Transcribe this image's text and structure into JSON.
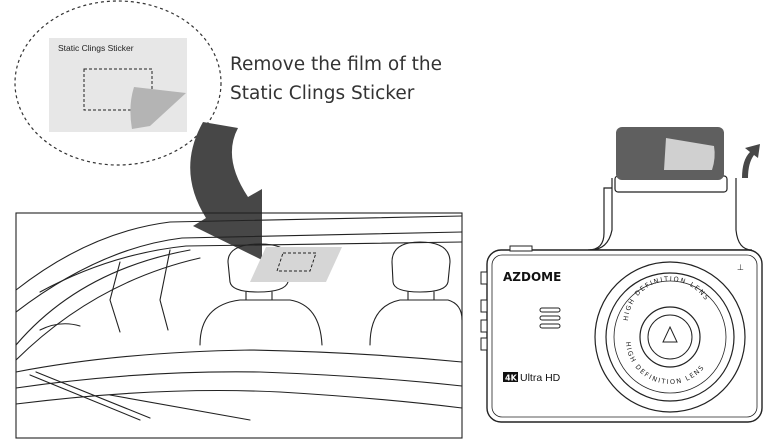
{
  "instruction": {
    "line1": "Remove the film of the",
    "line2": "Static Clings Sticker"
  },
  "zoom_callout": {
    "sticker_label": "Static Clings Sticker"
  },
  "dashcam": {
    "brand": "AZDOME",
    "badge_4k": "4K",
    "ultra_hd": "Ultra HD",
    "lens_ring_top": "HIGH DEFINITION LENS",
    "lens_ring_bottom": "HIGH DEFINITION LENS"
  },
  "colors": {
    "line": "#222222",
    "sticker_fill": "#e7e7e7",
    "film_fill": "#b4b4b4",
    "arrow_fill": "#474747",
    "mount_fill": "#5f5f5f"
  }
}
